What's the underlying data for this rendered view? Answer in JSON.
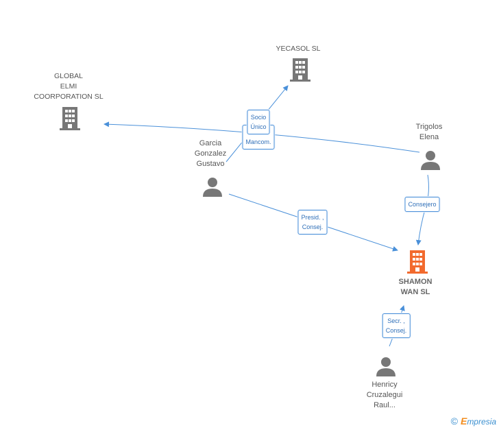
{
  "nodes": {
    "global_elmi": {
      "label": "GLOBAL\nELMI\nCOORPORATION SL",
      "type": "company"
    },
    "yecasol": {
      "label": "YECASOL SL",
      "type": "company"
    },
    "trigolos": {
      "label": "Trigolos\nElena",
      "type": "person"
    },
    "garcia": {
      "label": "Garcia\nGonzalez\nGustavo",
      "type": "person"
    },
    "shamon": {
      "label": "SHAMON\nWAN SL",
      "type": "company-main"
    },
    "henricy": {
      "label": "Henricy\nCruzalegui\nRaul...",
      "type": "person"
    }
  },
  "edges": {
    "socio_unico": "Socio\nÚnico",
    "adm_mancom": "Adm.\nMancom.",
    "presid_consej": "Presid. ,\nConsej.",
    "consejero": "Consejero",
    "secr_consej": "Secr. ,\nConsej."
  },
  "colors": {
    "edge": "#4a90d9",
    "company_icon": "#777777",
    "main_company_icon": "#f26a2e",
    "person_icon": "#777777"
  },
  "footer": {
    "copyright_symbol": "©",
    "brand_initial": "E",
    "brand_rest": "mpresia"
  }
}
